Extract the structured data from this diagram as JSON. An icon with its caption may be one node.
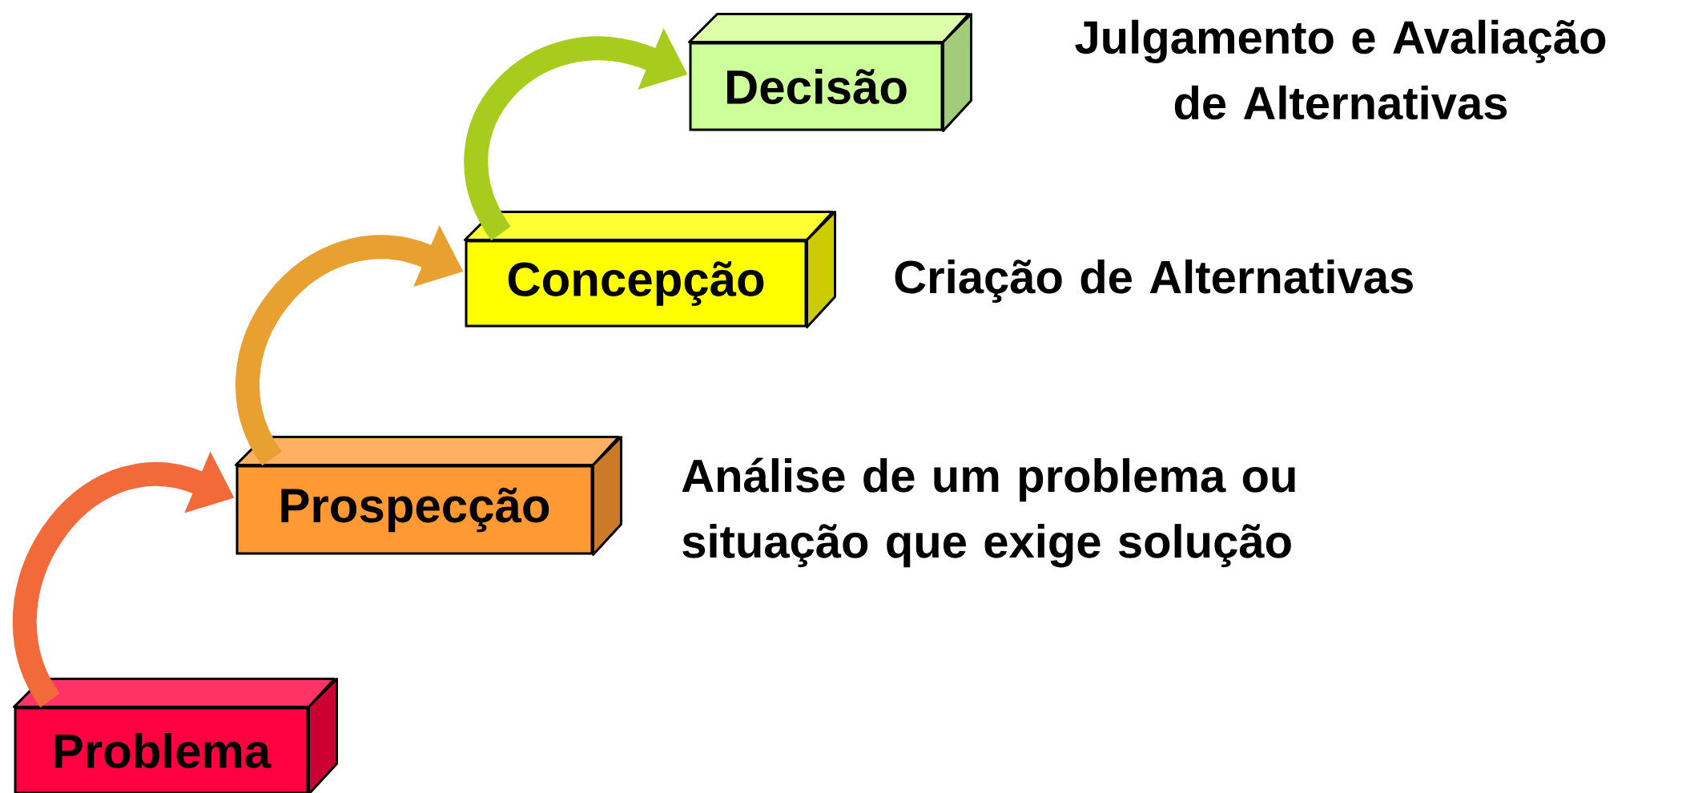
{
  "diagram": {
    "nodes": [
      {
        "text": [
          "Problema"
        ]
      },
      {
        "text": [
          "Prospecção"
        ],
        "beside": [
          "Análise de um problema ou situação que exige solução"
        ]
      },
      {
        "text": [
          "Concepção"
        ],
        "beside": [
          "Criação de Alternativas"
        ]
      },
      {
        "text": [
          "Decisão"
        ],
        "beside": [
          "Julgamento e Avaliação de Alternativas"
        ]
      }
    ],
    "edges": [
      {
        "from": 0,
        "to": 1,
        "arrow": "to",
        "color": "#f26a3a"
      },
      {
        "from": 1,
        "to": 2,
        "arrow": "to",
        "color": "#e8a030"
      },
      {
        "from": 2,
        "to": 3,
        "arrow": "to",
        "color": "#a8cc1e"
      }
    ]
  }
}
